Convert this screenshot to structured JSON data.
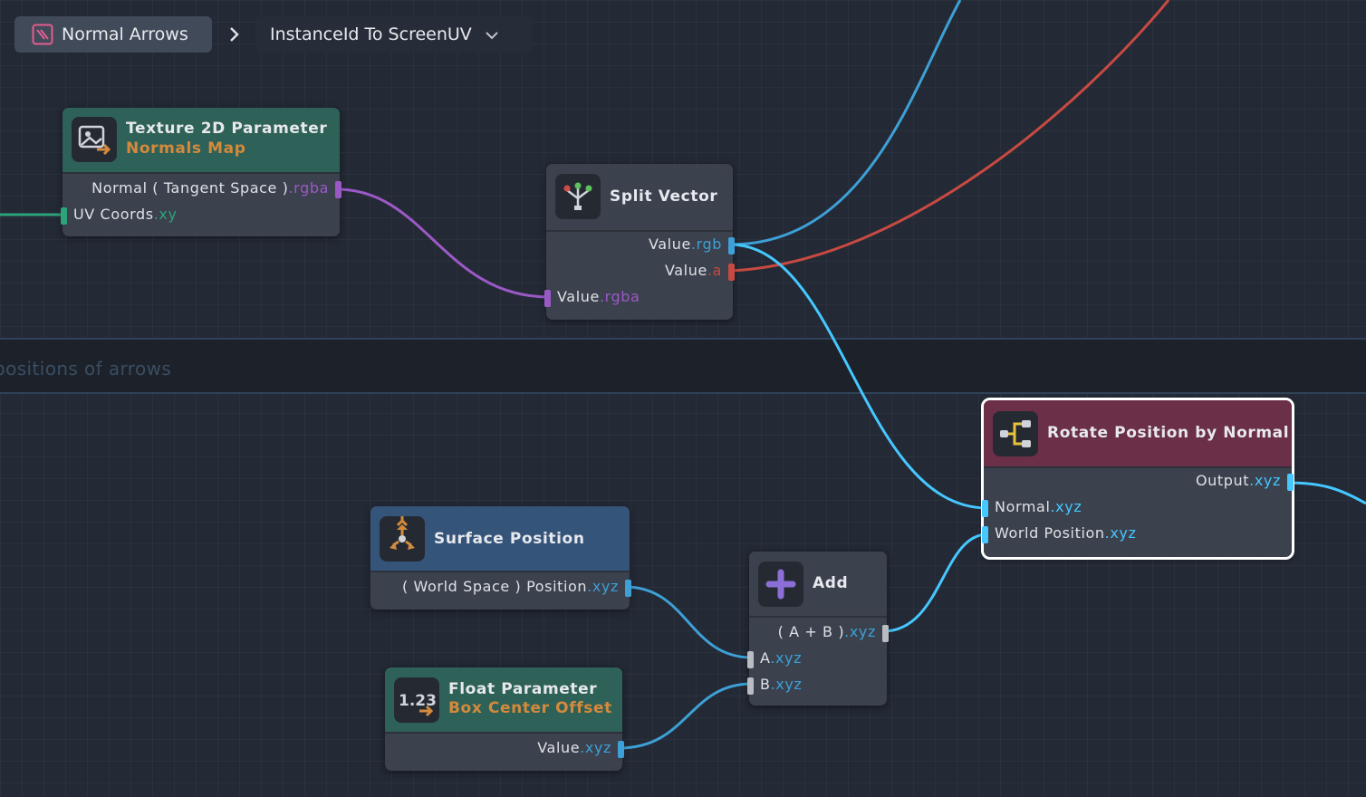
{
  "breadcrumb": {
    "root_label": "Normal Arrows",
    "current_label": "InstanceId To ScreenUV"
  },
  "frame": {
    "label": "positions of arrows"
  },
  "colors": {
    "rgba": "#9b59c6",
    "rgb": "#3da0d6",
    "alpha": "#c74a42",
    "xy": "#2ea37a",
    "xyz": "#3da0d6",
    "xyz_bright": "#45c7ff",
    "neutral": "#b9bcc3"
  },
  "nodes": {
    "texture2d": {
      "icon": "image-arrow-icon",
      "title": "Texture 2D Parameter",
      "subtitle": "Normals Map",
      "out_normal": {
        "name": "Normal ( Tangent Space )",
        "swizzle": ".rgba"
      },
      "in_uv": {
        "name": "UV Coords",
        "swizzle": ".xy"
      }
    },
    "split": {
      "icon": "split-fork-icon",
      "title": "Split Vector",
      "out_rgb": {
        "name": "Value",
        "swizzle": ".rgb"
      },
      "out_a": {
        "name": "Value",
        "swizzle": ".a"
      },
      "in_value": {
        "name": "Value",
        "swizzle": ".rgba"
      }
    },
    "rotate": {
      "icon": "subgraph-icon",
      "title": "Rotate Position by Normal",
      "out_output": {
        "name": "Output",
        "swizzle": ".xyz"
      },
      "in_normal": {
        "name": "Normal",
        "swizzle": ".xyz"
      },
      "in_world": {
        "name": "World Position",
        "swizzle": ".xyz"
      }
    },
    "surface": {
      "icon": "surface-position-icon",
      "title": "Surface Position",
      "out_pos": {
        "name": "( World Space ) Position",
        "swizzle": ".xyz"
      }
    },
    "add": {
      "icon": "plus-icon",
      "title": "Add",
      "out_sum": {
        "name": "( A + B )",
        "swizzle": ".xyz"
      },
      "in_a": {
        "name": "A",
        "swizzle": ".xyz"
      },
      "in_b": {
        "name": "B",
        "swizzle": ".xyz"
      }
    },
    "float": {
      "icon": "number-123-icon",
      "title": "Float Parameter",
      "subtitle": "Box Center Offset",
      "icon_text": "1.23",
      "out_value": {
        "name": "Value",
        "swizzle": ".xyz"
      }
    }
  }
}
